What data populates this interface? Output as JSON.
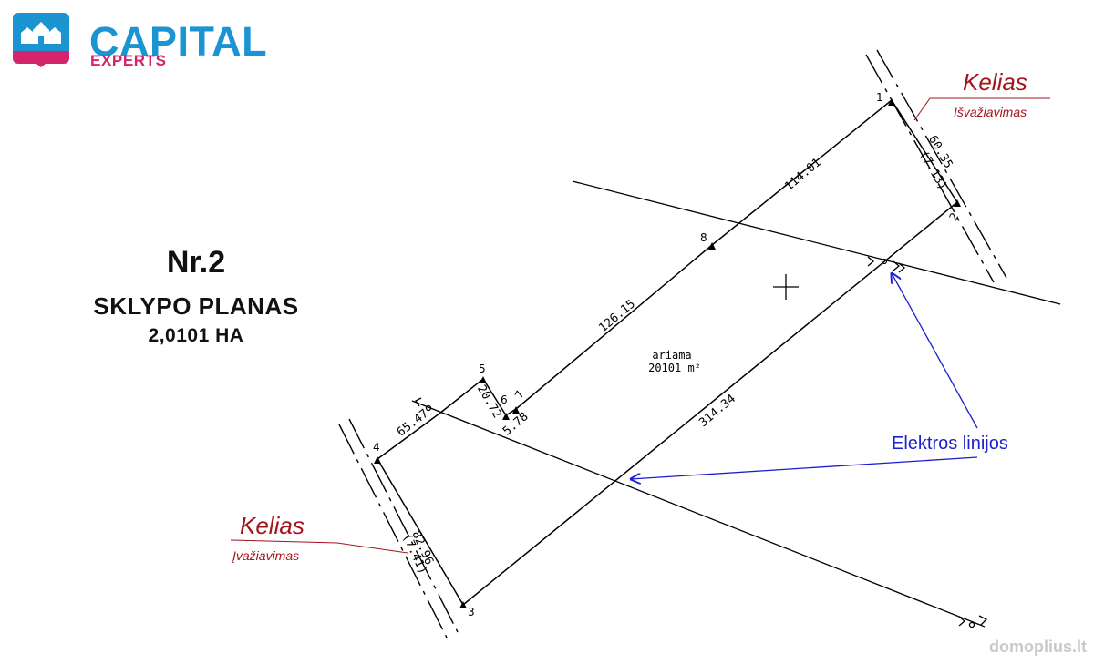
{
  "logo": {
    "word": "CAPITAL",
    "sub": "EXPERTS"
  },
  "title": {
    "number": "Nr.2",
    "subtitle": "SKLYPO PLANAS",
    "area": "2,0101 HA"
  },
  "points": [
    "1",
    "2",
    "3",
    "4",
    "5",
    "6",
    "7",
    "8"
  ],
  "dimensions": [
    "114.01",
    "60.35",
    "(7.13)",
    "126.15",
    "20.72",
    "5.78",
    "65.47",
    "314.34",
    "82.96",
    "(7.41)"
  ],
  "parcel": {
    "use": "ariama",
    "area": "20101 m²"
  },
  "road_top": {
    "title": "Kelias",
    "subtitle": "Išvažiavimas"
  },
  "road_bottom": {
    "title": "Kelias",
    "subtitle": "Įvažiavimas"
  },
  "power_lines": {
    "label": "Elektros linijos"
  },
  "watermark": "domoplius.lt",
  "colors": {
    "brand_blue": "#1b95d2",
    "brand_pink": "#d6236d",
    "road_red": "#a3141c",
    "annotation_blue": "#1c1fd0"
  }
}
